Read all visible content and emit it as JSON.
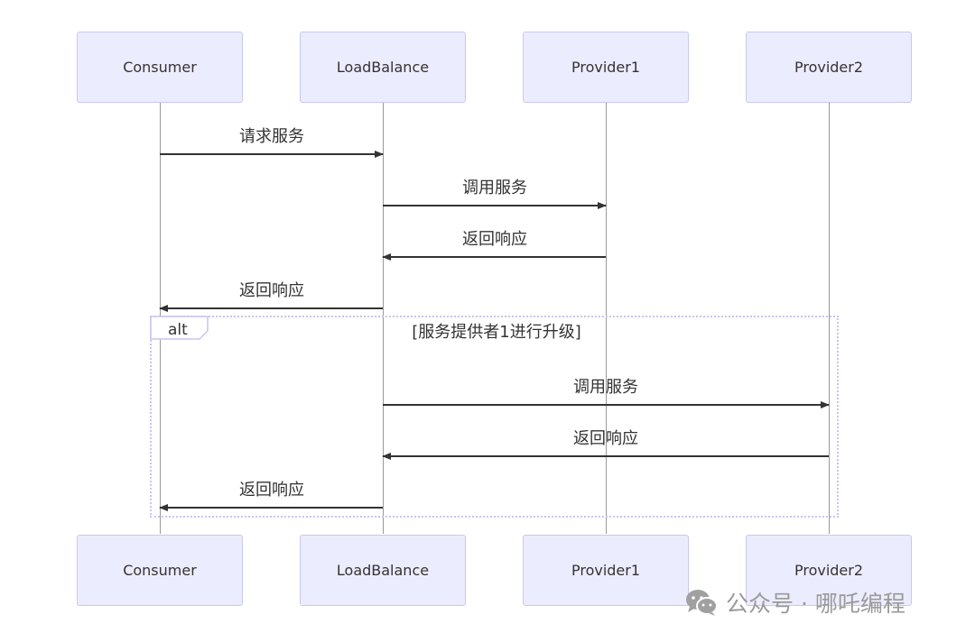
{
  "actors": {
    "consumer": "Consumer",
    "loadbalance": "LoadBalance",
    "provider1": "Provider1",
    "provider2": "Provider2"
  },
  "messages": {
    "m1": "请求服务",
    "m2": "调用服务",
    "m3": "返回响应",
    "m4": "返回响应",
    "m5": "调用服务",
    "m6": "返回响应",
    "m7": "返回响应"
  },
  "alt": {
    "keyword": "alt",
    "condition": "[服务提供者1进行升级]"
  },
  "watermark": {
    "icon": "wechat-icon",
    "text": "公众号 · 哪吒编程"
  },
  "colors": {
    "actor_fill": "#ececff",
    "actor_border": "#c8c8f0",
    "frame_border": "#c9c4ee",
    "arrow": "#333333"
  }
}
